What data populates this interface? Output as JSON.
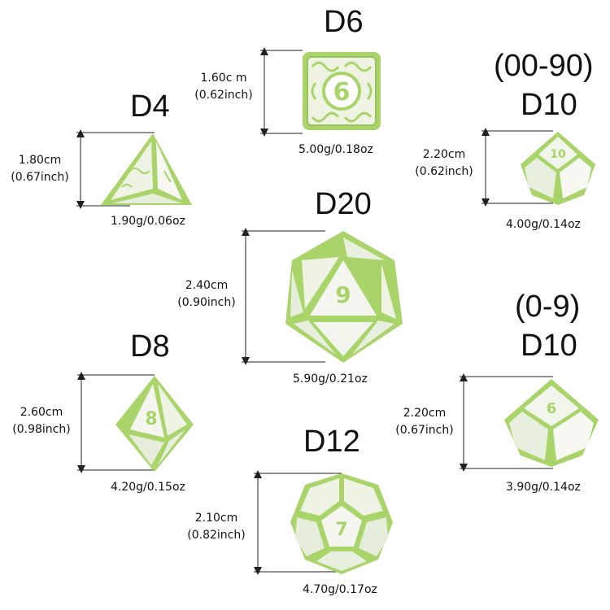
{
  "dice": {
    "d6": {
      "title": "D6",
      "height_cm": "1.60c m",
      "height_in": "(0.62inch)",
      "weight": "5.00g/0.18oz",
      "face_number": "6"
    },
    "d4": {
      "title": "D4",
      "height_cm": "1.80cm",
      "height_in": "(0.67inch)",
      "weight": "1.90g/0.06oz"
    },
    "d10_tens": {
      "range": "(00-90)",
      "title": "D10",
      "height_cm": "2.20cm",
      "height_in": "(0.62inch)",
      "weight": "4.00g/0.14oz",
      "face_number": "10"
    },
    "d20": {
      "title": "D20",
      "height_cm": "2.40cm",
      "height_in": "(0.90inch)",
      "weight": "5.90g/0.21oz",
      "face_number": "9"
    },
    "d10_ones": {
      "range": "(0-9)",
      "title": "D10",
      "height_cm": "2.20cm",
      "height_in": "(0.67inch)",
      "weight": "3.90g/0.14oz",
      "face_number": "6"
    },
    "d8": {
      "title": "D8",
      "height_cm": "2.60cm",
      "height_in": "(0.98inch)",
      "weight": "4.20g/0.15oz",
      "face_number": "8"
    },
    "d12": {
      "title": "D12",
      "height_cm": "2.10cm",
      "height_in": "(0.82inch)",
      "weight": "4.70g/0.17oz",
      "face_number": "7"
    }
  },
  "colors": {
    "dice_green": "#a8d46a",
    "dice_white": "#f4f6ef",
    "line": "#222222",
    "text": "#111111"
  }
}
